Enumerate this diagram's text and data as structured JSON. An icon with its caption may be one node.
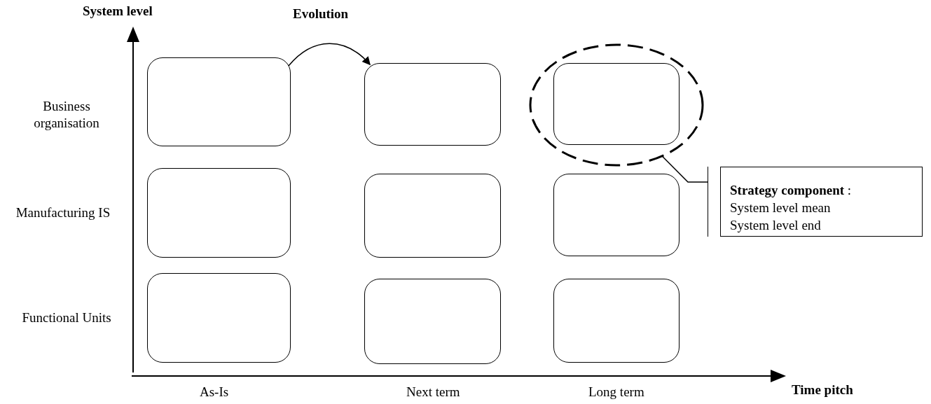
{
  "diagram": {
    "nodes": [
      {
        "text": [],
        "shape": "box"
      },
      {
        "text": [],
        "shape": "box"
      },
      {
        "text": [],
        "shape": "ellipse"
      },
      {
        "text": [],
        "shape": "box",
        "in": 2
      },
      {
        "text": [],
        "shape": "box"
      },
      {
        "text": [],
        "shape": "box"
      },
      {
        "text": [],
        "shape": "box"
      },
      {
        "text": [],
        "shape": "box"
      },
      {
        "text": [],
        "shape": "box"
      },
      {
        "text": [],
        "shape": "box"
      },
      {
        "text": [
          "**Strategy component** :",
          "System level mean",
          "System level end"
        ]
      }
    ],
    "edges": [
      {
        "from": 0,
        "to": 1,
        "arrow": "to",
        "label": "Evolution"
      },
      {
        "from": 10,
        "to": 2,
        "arrow": "none"
      }
    ],
    "labels": [
      "System level",
      "Business organisation",
      "Manufacturing IS",
      "Functional Units",
      "As-Is",
      "Next term",
      "Long term",
      "Time pitch"
    ]
  }
}
